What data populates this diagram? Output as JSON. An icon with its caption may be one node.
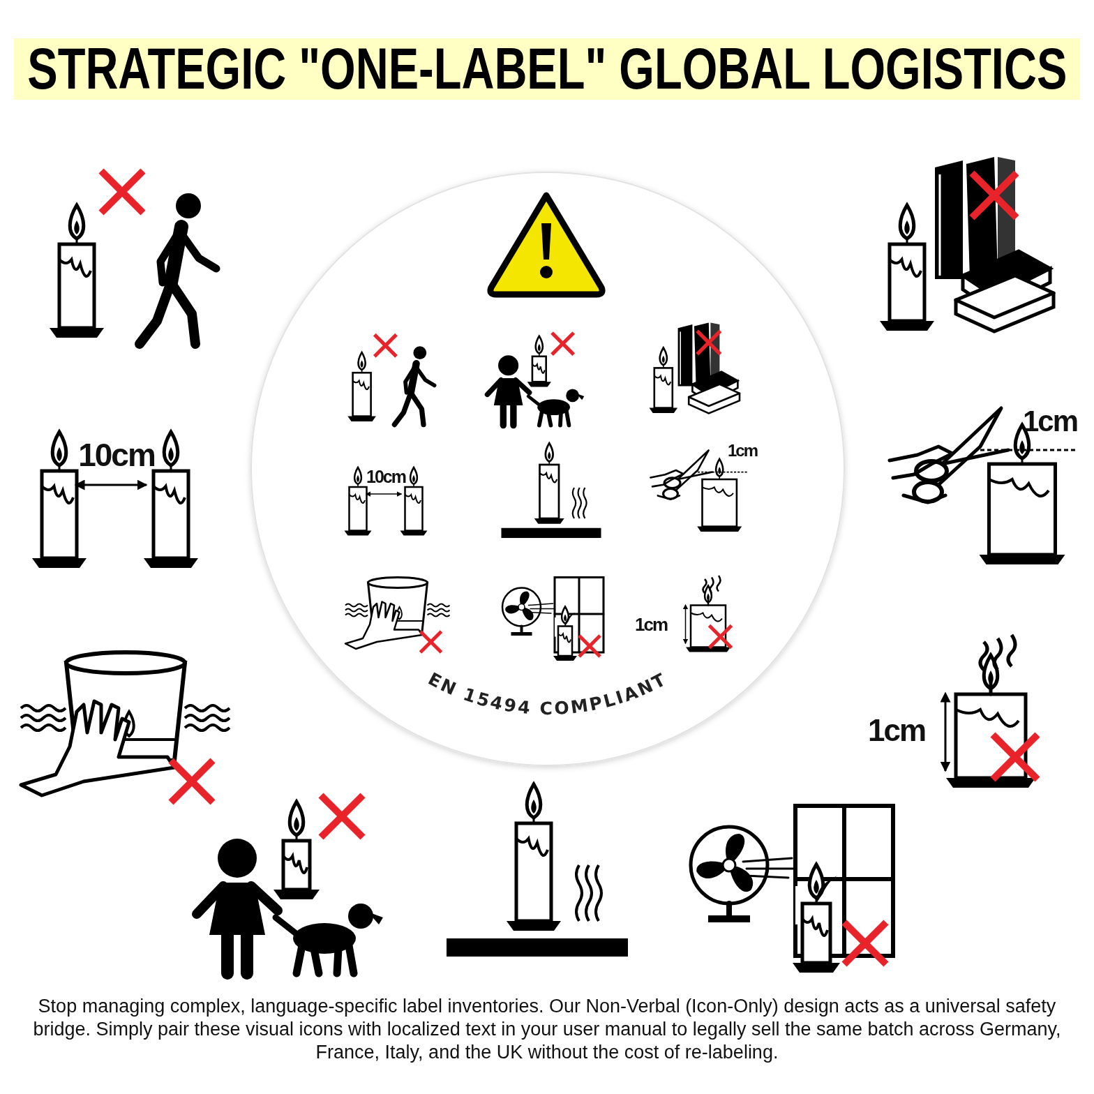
{
  "diagram": {
    "title": "STRATEGIC \"ONE-LABEL\" GLOBAL LOGISTICS",
    "caption": "Stop managing complex, language-specific label inventories. Our Non-Verbal (Icon-Only) design acts as a universal safety bridge. Simply pair these visual icons with localized text in your user manual to legally sell the same batch across Germany, France, Italy, and the UK without the cost of re-labeling.",
    "labels": [
      "1cm",
      "10cm",
      "1cm",
      "10cm",
      "1cm",
      "EN 15494 COMPLIANT",
      "1cm"
    ]
  }
}
